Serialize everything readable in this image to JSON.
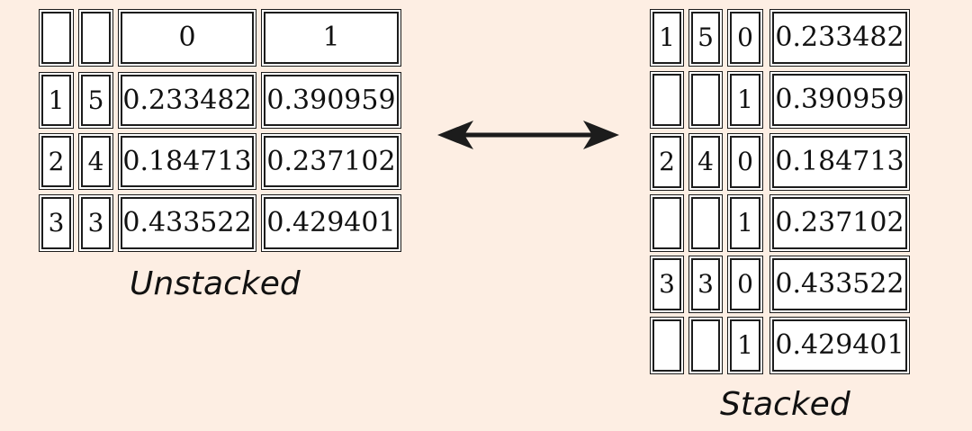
{
  "unstacked": {
    "caption": "Unstacked",
    "header": [
      "",
      "",
      "0",
      "1"
    ],
    "rows": [
      [
        "1",
        "5",
        "0.233482",
        "0.390959"
      ],
      [
        "2",
        "4",
        "0.184713",
        "0.237102"
      ],
      [
        "3",
        "3",
        "0.433522",
        "0.429401"
      ]
    ]
  },
  "stacked": {
    "caption": "Stacked",
    "rows": [
      [
        "1",
        "5",
        "0",
        "0.233482"
      ],
      [
        "",
        "",
        "1",
        "0.390959"
      ],
      [
        "2",
        "4",
        "0",
        "0.184713"
      ],
      [
        "",
        "",
        "1",
        "0.237102"
      ],
      [
        "3",
        "3",
        "0",
        "0.433522"
      ],
      [
        "",
        "",
        "1",
        "0.429401"
      ]
    ]
  },
  "colors": {
    "background": "#fdeee3",
    "cell_fill": "#ffffff",
    "border": "#1c1c1c"
  }
}
